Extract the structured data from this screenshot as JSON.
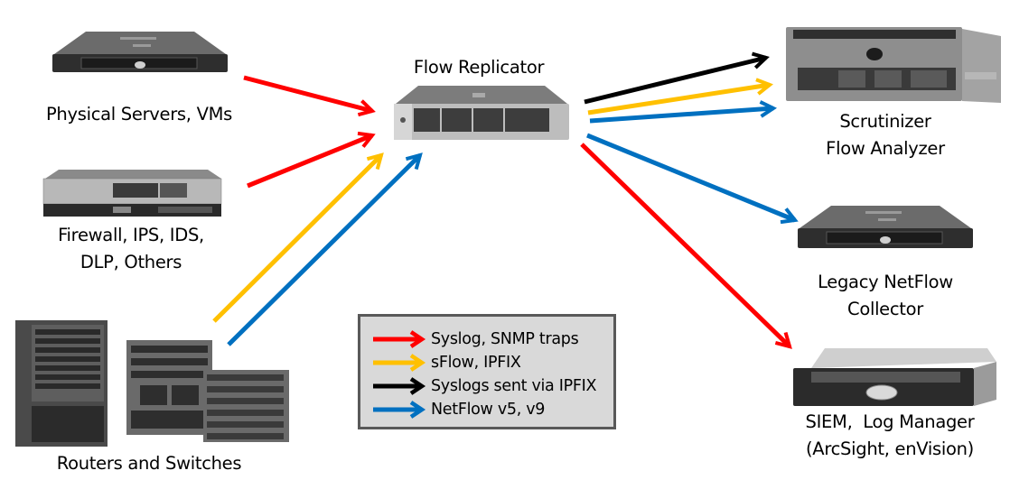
{
  "title": "Flow Replicator",
  "colors": {
    "red": "#ff0000",
    "yellow": "#ffc000",
    "black": "#000000",
    "blue": "#0070c0",
    "legend_bg": "#d9d9d9",
    "legend_border": "#595959"
  },
  "sources": [
    {
      "id": "servers",
      "lines": [
        "Physical Servers, VMs"
      ],
      "icon": "server-1u-icon"
    },
    {
      "id": "firewall",
      "lines": [
        "Firewall, IPS, IDS,",
        "DLP, Others"
      ],
      "icon": "firewall-appliance-icon"
    },
    {
      "id": "routers",
      "lines": [
        "Routers and Switches"
      ],
      "icon": "network-switches-icon"
    }
  ],
  "hub": {
    "lines": [
      "Flow Replicator"
    ],
    "icon": "server-2u-icon"
  },
  "destinations": [
    {
      "id": "scrutinizer",
      "lines": [
        "Scrutinizer",
        "Flow Analyzer"
      ],
      "icon": "server-4u-icon"
    },
    {
      "id": "legacy",
      "lines": [
        "Legacy NetFlow",
        "Collector"
      ],
      "icon": "server-1u-icon"
    },
    {
      "id": "siem",
      "lines": [
        "SIEM,  Log Manager",
        "(ArcSight, enVision)"
      ],
      "icon": "server-2u-icon"
    }
  ],
  "flows": [
    {
      "from": "servers",
      "to": "hub",
      "type": "red"
    },
    {
      "from": "firewall",
      "to": "hub",
      "type": "red"
    },
    {
      "from": "routers",
      "to": "hub",
      "type": "yellow"
    },
    {
      "from": "routers",
      "to": "hub",
      "type": "blue"
    },
    {
      "from": "hub",
      "to": "scrutinizer",
      "type": "black"
    },
    {
      "from": "hub",
      "to": "scrutinizer",
      "type": "yellow"
    },
    {
      "from": "hub",
      "to": "scrutinizer",
      "type": "blue"
    },
    {
      "from": "hub",
      "to": "legacy",
      "type": "blue"
    },
    {
      "from": "hub",
      "to": "siem",
      "type": "red"
    }
  ],
  "legend": {
    "items": [
      {
        "type": "red",
        "label": "Syslog, SNMP traps"
      },
      {
        "type": "yellow",
        "label": "sFlow, IPFIX"
      },
      {
        "type": "black",
        "label": "Syslogs sent via IPFIX"
      },
      {
        "type": "blue",
        "label": "NetFlow v5, v9"
      }
    ]
  }
}
